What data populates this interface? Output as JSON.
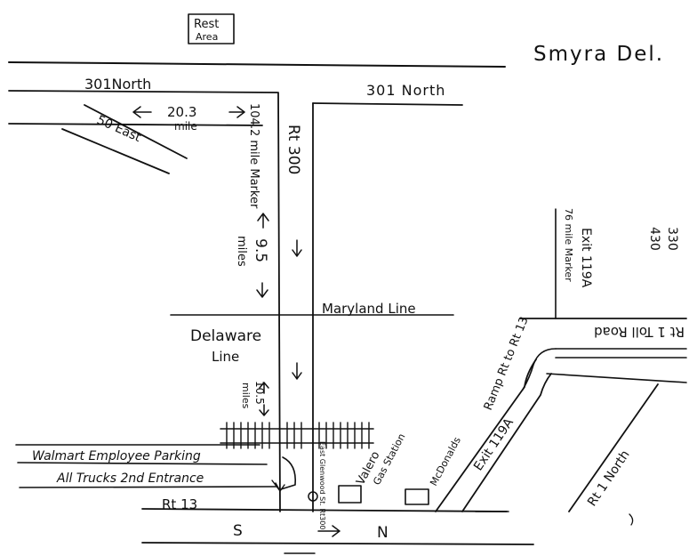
{
  "map": {
    "title": "Smyra Del.",
    "rest_area": [
      "Rest",
      "Area"
    ],
    "roads": {
      "us301_north_left": "301North",
      "us301_north_right": "301 North",
      "rt50_east": "50 East",
      "rt300": "Rt 300",
      "rt13": "Rt 13",
      "rt1_north": "Rt 1 North",
      "rt1_toll_road": "Rt 1 Toll Road",
      "ramp": "Ramp Rt to Rt 13",
      "exit_119a_ramp": "Exit 119A",
      "exit_119a_marker": "Exit 119A",
      "east_glenwood": "East Glenwood St. Rt300"
    },
    "distances": {
      "d1_value": "20.3",
      "d1_unit": "mile",
      "mm_104_2": "104.2 mile Marker",
      "d2_value": "9.5",
      "d2_unit": "miles",
      "d3_value": "10.5",
      "d3_unit": "miles",
      "mm_76": "76 mile Marker"
    },
    "lines": {
      "maryland": "Maryland Line",
      "delaware": [
        "Delaware",
        "Line"
      ]
    },
    "places": {
      "walmart": "Walmart Employee Parking",
      "trucks": "All Trucks 2nd Entrance",
      "valero": [
        "Valero",
        "Gas Station"
      ],
      "mcdonalds": "McDonalds"
    },
    "direction": {
      "s": "S",
      "n": "N"
    },
    "corner_numbers": [
      "330",
      "430"
    ]
  }
}
